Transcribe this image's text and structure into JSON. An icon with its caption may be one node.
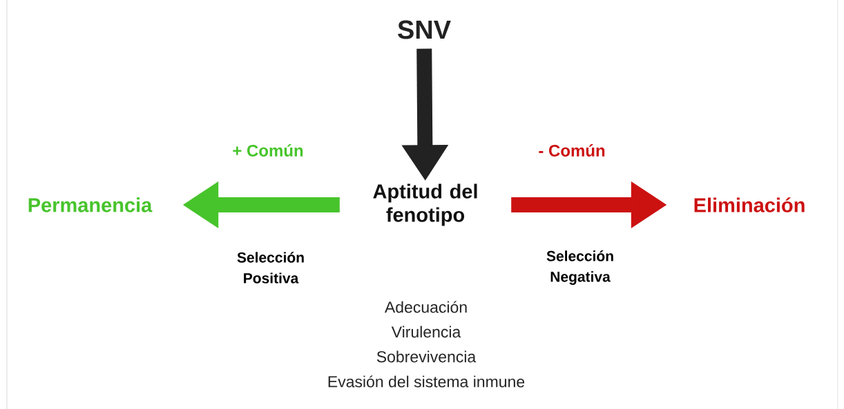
{
  "diagram": {
    "nodes": [
      {
        "text": [
          "SNV"
        ]
      },
      {
        "text": [
          "Aptitud del fenotipo"
        ]
      },
      {
        "text": [
          "Permanencia"
        ]
      },
      {
        "text": [
          "Eliminación"
        ]
      }
    ],
    "edges": [
      {
        "from": 0,
        "to": 1,
        "arrow": "to",
        "color": "#222222"
      },
      {
        "from": 1,
        "to": 2,
        "arrow": "to",
        "color": "#47c42b",
        "label": "+ Común"
      },
      {
        "from": 1,
        "to": 3,
        "arrow": "to",
        "color": "#cc1111",
        "label": "- Común"
      }
    ],
    "labels": [
      "Selección Positiva",
      "Selección Negativa",
      "Adecuación",
      "Virulencia",
      "Sobrevivencia",
      "Evasión del sistema inmune"
    ]
  }
}
